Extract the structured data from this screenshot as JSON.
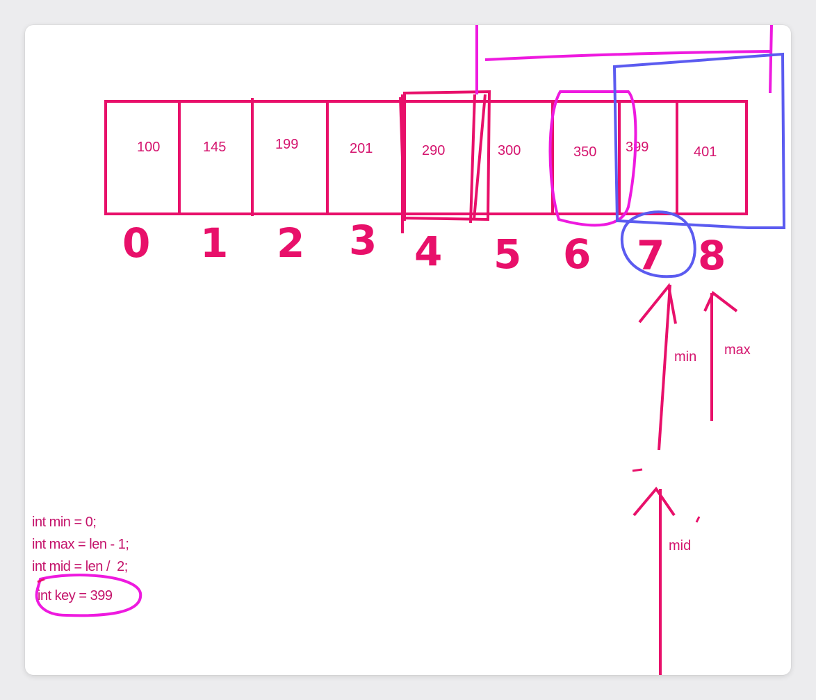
{
  "array": {
    "values": [
      "100",
      "145",
      "199",
      "201",
      "290",
      "300",
      "350",
      "399",
      "401"
    ],
    "indices": [
      "0",
      "1",
      "2",
      "3",
      "4",
      "5",
      "6",
      "7",
      "8"
    ]
  },
  "pointers": {
    "min_label": "min",
    "max_label": "max",
    "mid_label": "mid"
  },
  "code": {
    "line1": "int min = 0;",
    "line2": "int max = len - 1;",
    "line3": "int mid = len /  2;",
    "line4": "int key = 399"
  },
  "colors": {
    "ink": "#e8106a",
    "highlight": "#ee1adf",
    "blue": "#5b5bf0"
  }
}
